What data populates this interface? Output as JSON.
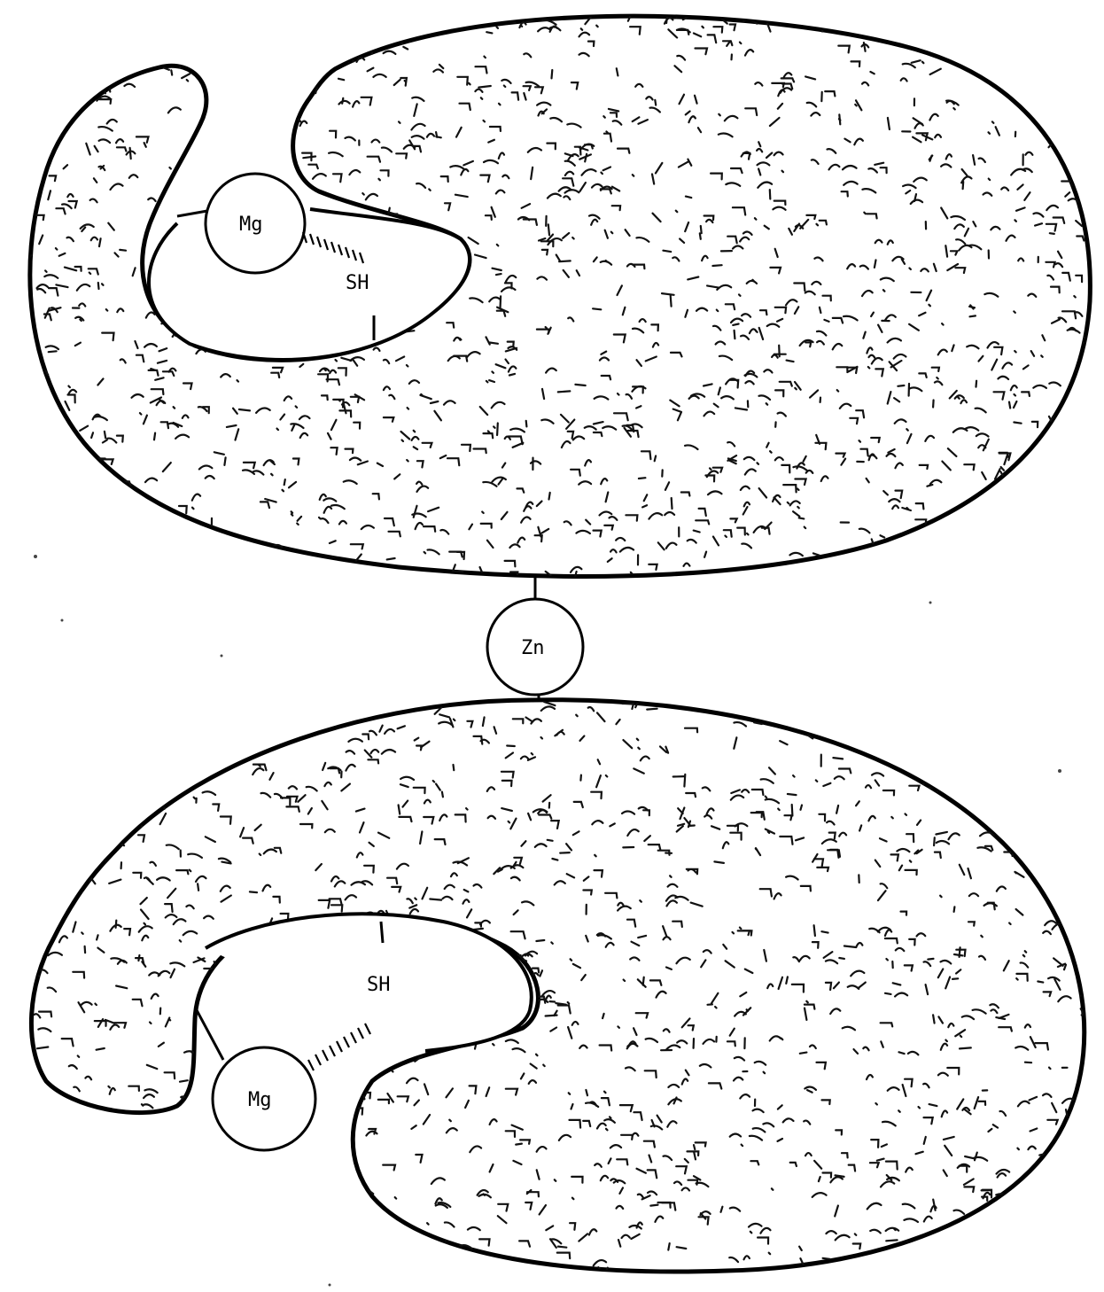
{
  "diagram": {
    "top_subunit": {
      "metal_ion_label": "Mg",
      "thiol_label": "SH"
    },
    "bridge": {
      "metal_ion_label": "Zn"
    },
    "bottom_subunit": {
      "metal_ion_label": "Mg",
      "thiol_label": "SH"
    }
  },
  "colors": {
    "ink": "#000000",
    "paper": "#ffffff"
  }
}
